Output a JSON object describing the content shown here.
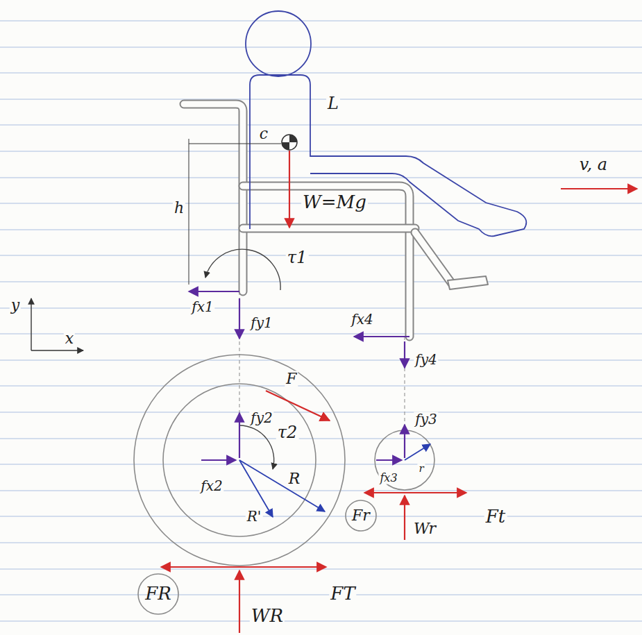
{
  "diagram": {
    "nodes": [
      {
        "text": [
          "Fr"
        ]
      },
      {
        "text": [
          "FR"
        ]
      }
    ],
    "labels": [
      "L",
      "c",
      "W=Mg",
      "h",
      "τ1",
      "fx1",
      "fy1",
      "y",
      "fx4",
      "x",
      "fy4",
      "F",
      "fy2",
      "fy3",
      "τ2",
      "fx2",
      "fx3",
      "r",
      "R",
      "R'",
      "Ft",
      "Wr",
      "FT",
      "WR",
      "v, a"
    ]
  }
}
